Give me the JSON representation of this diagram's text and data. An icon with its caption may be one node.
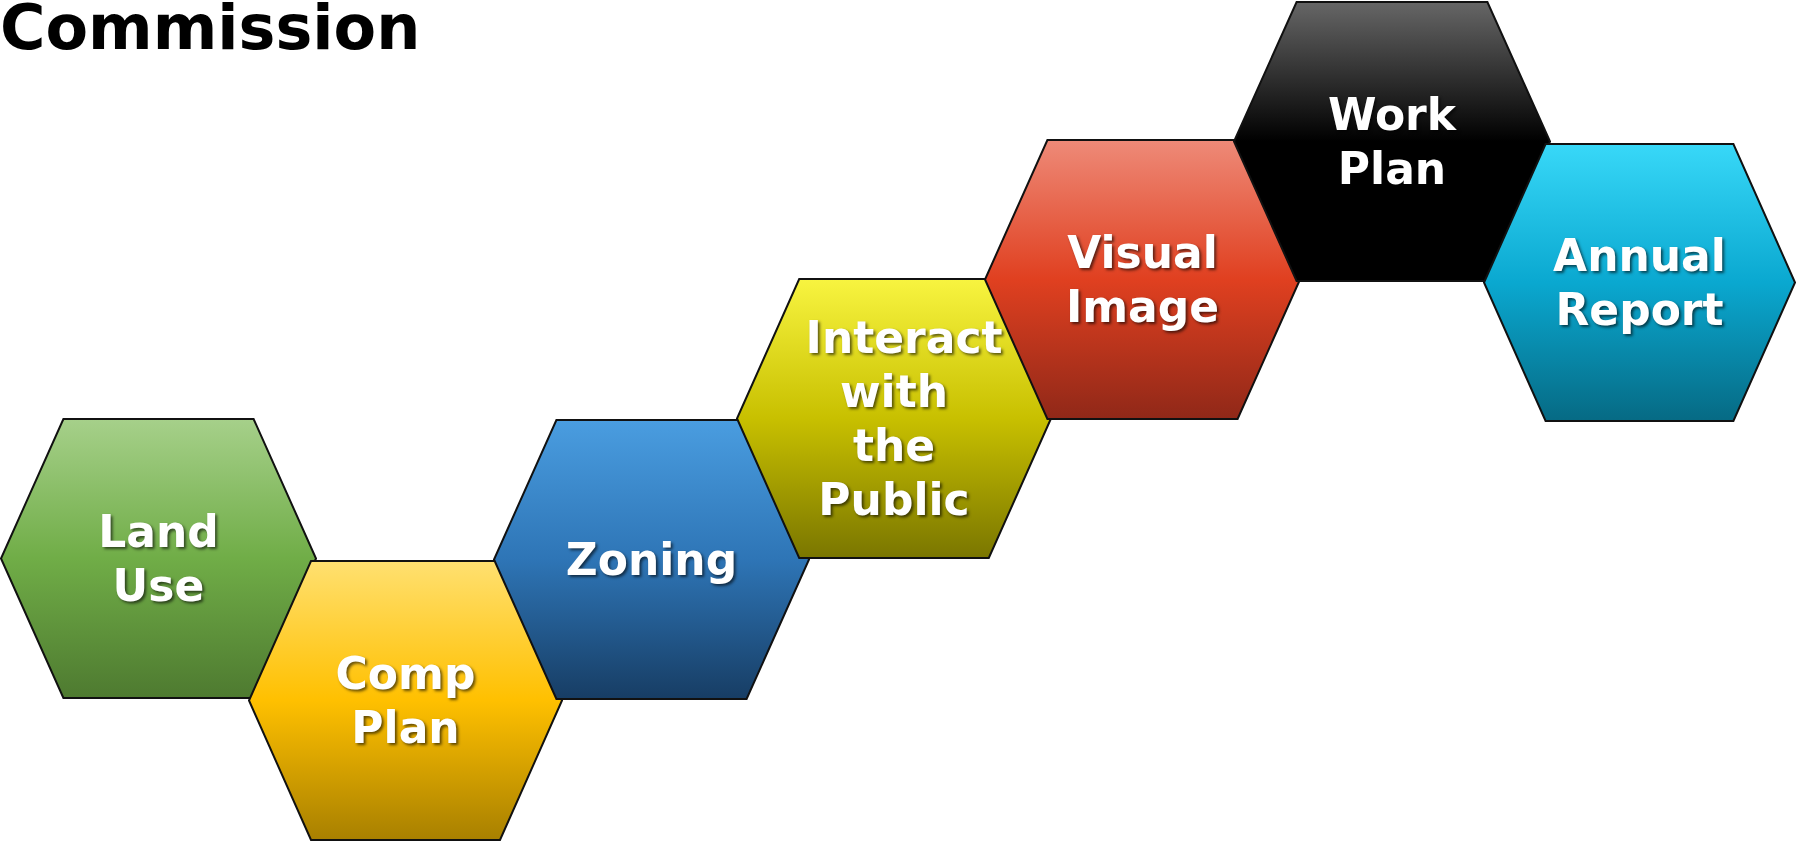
{
  "diagram": {
    "title": "Commission",
    "nodes": [
      {
        "text": [
          "Land Use"
        ]
      },
      {
        "text": [
          "Comp Plan"
        ]
      },
      {
        "text": [
          "Zoning"
        ]
      },
      {
        "text": [
          "Interact with the Public"
        ]
      },
      {
        "text": [
          "Visual Image"
        ]
      },
      {
        "text": [
          "Work Plan"
        ]
      },
      {
        "text": [
          "Annual Report"
        ]
      }
    ]
  }
}
